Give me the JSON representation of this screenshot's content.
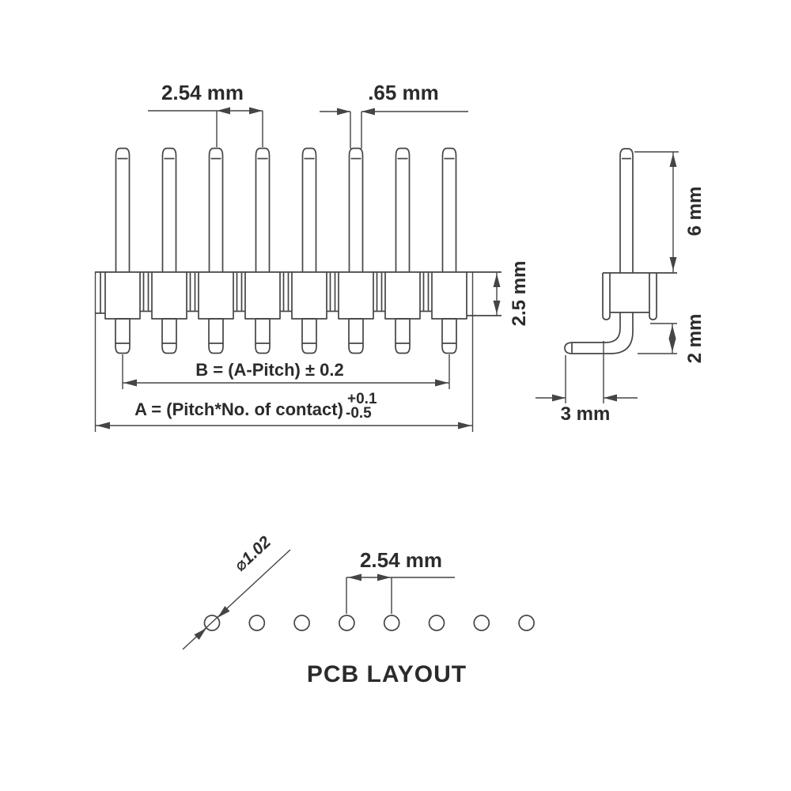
{
  "drawing": {
    "front_view": {
      "pin_count": 8,
      "pitch_label": "2.54 mm",
      "pin_width_label": ".65 mm",
      "insulator_height_label": "2.5 mm",
      "dim_b_label": "B = (A-Pitch) ± 0.2",
      "dim_a_label": "A = (Pitch*No. of contact)",
      "dim_a_tolerance_plus": "+0.1",
      "dim_a_tolerance_minus": "-0.5"
    },
    "side_view": {
      "pin_height_label": "6 mm",
      "lead_offset_label": "2 mm",
      "lead_length_label": "3 mm"
    },
    "pcb_layout": {
      "hole_count": 8,
      "hole_diameter_label": "⌀1.02",
      "pitch_label": "2.54 mm",
      "caption": "PCB LAYOUT"
    }
  },
  "colors": {
    "line": "#454545",
    "text": "#2b2b2b",
    "background": "#ffffff"
  }
}
